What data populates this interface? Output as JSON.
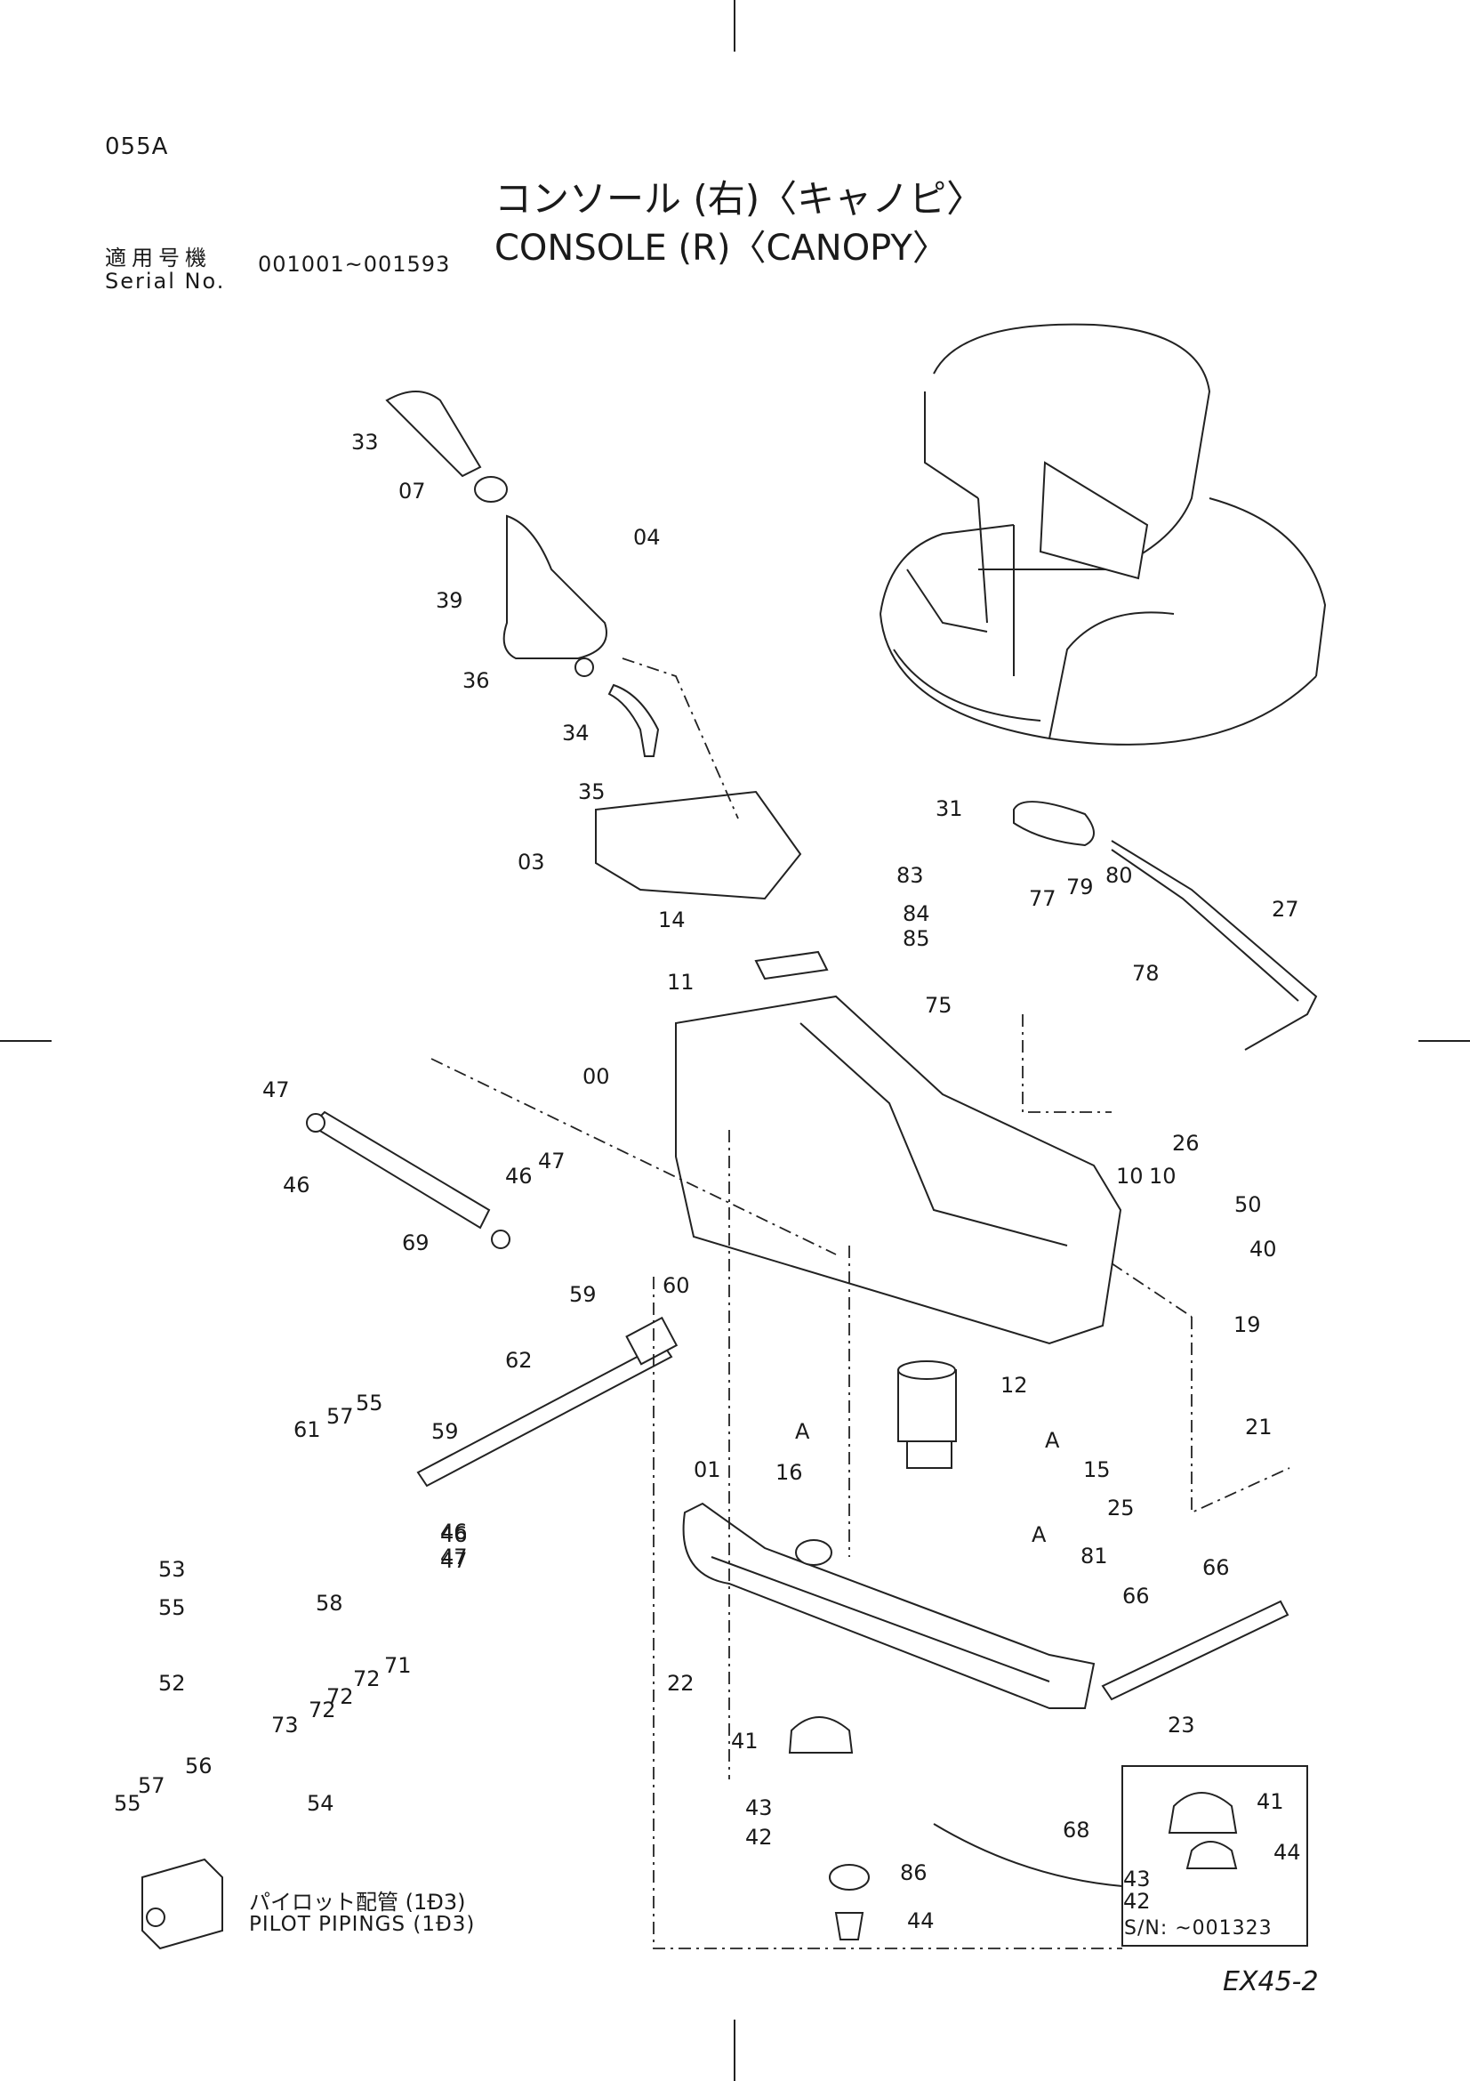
{
  "header": {
    "page_code": "055A",
    "title_jp": "コンソール (右)〈キャノピ〉",
    "title_en": "CONSOLE (R)〈CANOPY〉",
    "serial_label_jp": "適用号機",
    "serial_label_en": "Serial No.",
    "serial_range": "001001~001593"
  },
  "footer": {
    "model_code": "EX45-2"
  },
  "pilot_note": {
    "jp": "パイロット配管 (1Ð3)",
    "en": "PILOT PIPINGS (1Ð3)"
  },
  "inset": {
    "serial_note": "S/N: ~001323"
  },
  "part_labels": [
    "33",
    "07",
    "04",
    "39",
    "36",
    "34",
    "35",
    "03",
    "14",
    "11",
    "00",
    "31",
    "27",
    "83",
    "84",
    "85",
    "77",
    "79",
    "80",
    "78",
    "75",
    "26",
    "10",
    "10",
    "47",
    "46",
    "46",
    "47",
    "69",
    "50",
    "40",
    "59",
    "60",
    "62",
    "19",
    "12",
    "21",
    "57",
    "55",
    "61",
    "59",
    "46",
    "47",
    "A",
    "16",
    "A",
    "15",
    "25",
    "01",
    "53",
    "46",
    "47",
    "A",
    "81",
    "55",
    "58",
    "71",
    "52",
    "73",
    "72",
    "72",
    "72",
    "66",
    "66",
    "22",
    "23",
    "41",
    "68",
    "56",
    "55",
    "57",
    "54",
    "43",
    "42",
    "86",
    "44",
    "41",
    "44",
    "43",
    "42"
  ]
}
